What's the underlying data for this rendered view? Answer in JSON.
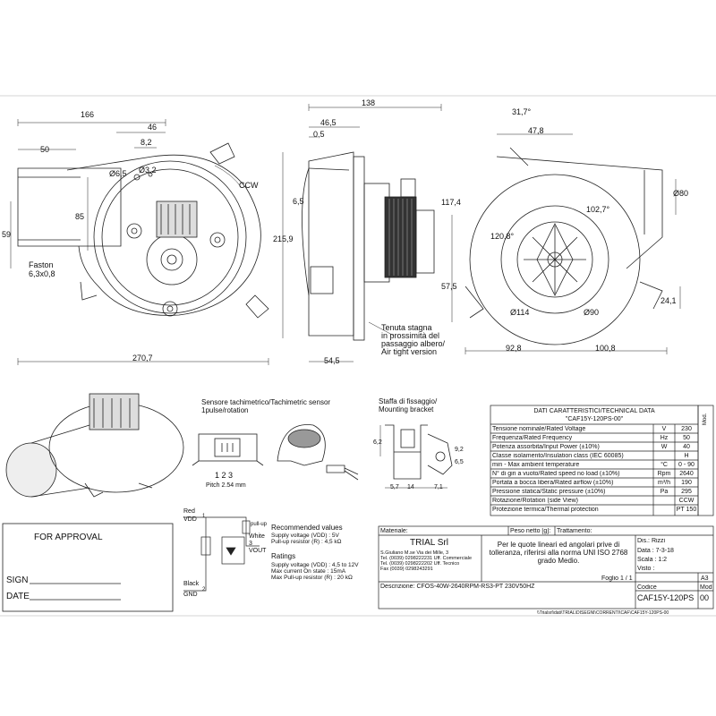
{
  "dims": {
    "d166": "166",
    "d46": "46",
    "d50": "50",
    "d8_2": "8,2",
    "d6_5": "Ø6,5",
    "d3_2": "Ø3,2",
    "d59": "59",
    "d85": "85",
    "d270_7": "270,7",
    "ccw": "CCW",
    "faston": "Faston",
    "faston_size": "6,3x0,8",
    "d138": "138",
    "d46_5": "46,5",
    "d0_5": "0,5",
    "d6_5b": "6,5",
    "d215_9": "215,9",
    "d54_5": "54,5",
    "d117_4": "117,4",
    "d57_5": "57,5",
    "d31_7": "31,7°",
    "d47_8": "47,8",
    "d102_7": "102,7°",
    "d120_8": "120,8°",
    "d80": "Ø80",
    "d114": "Ø114",
    "d90": "Ø90",
    "d24_1": "24,1",
    "d92_8": "92,8",
    "d100_8": "100,8"
  },
  "notes": {
    "airtight_1": "Tenuta stagna",
    "airtight_2": "in prossimità del",
    "airtight_3": "passaggio albero/",
    "airtight_4": "Air tight version",
    "sensor_1": "Sensore tachimetrico/Tachimetric sensor",
    "sensor_2": "1pulse/rotation",
    "pins": "1  2  3",
    "pitch": "Pitch 2.54 mm",
    "bracket_1": "Staffa di fissaggio/",
    "bracket_2": "Mounting bracket",
    "b6_2": "6,2",
    "b9_2": "9,2",
    "b5_7": "5,7",
    "b14": "14",
    "b7_1": "7,1",
    "b6_5": "6,5"
  },
  "circuit": {
    "red": "Red",
    "vdd": "VDD",
    "pullup": "pull-up",
    "white": "White",
    "pin3": "3",
    "vout": "VOUT",
    "pin1": "1",
    "pin2": "2",
    "black": "Black",
    "gnd": "GND",
    "rec_title": "Recommended values",
    "rec_1": "Supply voltage (VDD) : 5V",
    "rec_2": "Pull-up resistor (R)    : 4,5 kΩ",
    "rat_title": "Ratings",
    "rat_1": "Supply voltage (VDD) : 4,5 to 12V",
    "rat_2": "Max current On state : 15mA",
    "rat_3": "Max Pull-up resistor (R) : 20 kΩ"
  },
  "approval": {
    "title": "FOR APPROVAL",
    "sign": "SIGN",
    "date": "DATE"
  },
  "tech": {
    "title": "DATI CARATTERISTICI/TECHNICAL DATA",
    "code": "\"CAF15Y-120PS-00\"",
    "mod": "Mod.",
    "rows": [
      {
        "label": "Tensione  nominale/Rated Voltage",
        "unit": "V",
        "value": "230"
      },
      {
        "label": "Frequenza/Rated Frequency",
        "unit": "Hz",
        "value": "50"
      },
      {
        "label": "Potenza assorbita/Input Power (±10%)",
        "unit": "W",
        "value": "40"
      },
      {
        "label": "Classe isolamento/Insulation class (IEC 60085)",
        "unit": "",
        "value": "H"
      },
      {
        "label": "min - Max ambient temperature",
        "unit": "°C",
        "value": "0 - 90"
      },
      {
        "label": "N° di giri a vuoto/Rated speed no load (±10%)",
        "unit": "Rpm",
        "value": "2640"
      },
      {
        "label": "Portata a bocca libera/Rated airflow (±10%)",
        "unit": "m³/h",
        "value": "190"
      },
      {
        "label": "Pressione statica/Static pressure (±10%)",
        "unit": "Pa",
        "value": "295"
      },
      {
        "label": "Rotazione/Rotation (side View)",
        "unit": "",
        "value": "CCW"
      },
      {
        "label": "Protezione termica/Thermal protection",
        "unit": "",
        "value": "PT 150"
      }
    ]
  },
  "title_block": {
    "material": "Materiale:",
    "weight": "Peso netto [g]:",
    "treatment": "Trattamento:",
    "company": "TRIAL Srl",
    "addr_1": "S.Giuliano M.se Via dei Mille, 3",
    "addr_2": "Tel. (0039) 0298222231 Uff. Commerciale",
    "addr_3": "Tel. (0039) 0298222202 Uff. Tecnico",
    "addr_4": "Fax (0039) 0298243291",
    "tolerance_1": "Per le quote lineari ed angolari prive di",
    "tolerance_2": "tolleranza, riferirsi alla norma UNI ISO 2768",
    "tolerance_3": "grado Medio.",
    "dis": "Dis.:  Rizzi",
    "data": "Data : 7-3-18",
    "scala": "Scala :  1:2",
    "visto": "Visto :",
    "sheet": "Foglio 1 / 1",
    "format": "A3",
    "desc": "Descrizione: CFOS-40W-2640RPM-RS3-PT    230V50HZ",
    "codice": "Codice",
    "mod": "Mod",
    "code_value": "CAF15Y-120PS",
    "mod_value": "00",
    "path": "\\\\Trialsrl\\dati\\TRIAL\\DISEGNI\\CORRENTI\\CAF\\CAF15Y-120PS-00"
  }
}
